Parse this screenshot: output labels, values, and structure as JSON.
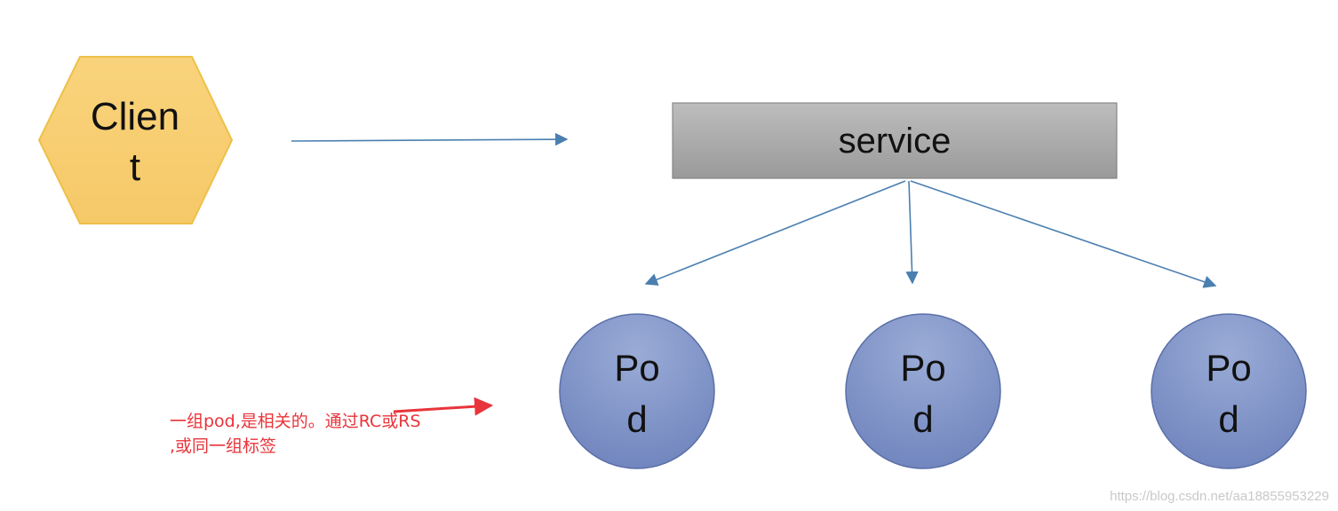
{
  "client": {
    "line1": "Clien",
    "line2": "t"
  },
  "service": {
    "label": "service"
  },
  "pods": [
    {
      "line1": "Po",
      "line2": "d"
    },
    {
      "line1": "Po",
      "line2": "d"
    },
    {
      "line1": "Po",
      "line2": "d"
    }
  ],
  "annotation": {
    "line1": "一组pod,是相关的。通过RC或RS",
    "line2": ",或同一组标签"
  },
  "watermark": "https://blog.csdn.net/aa18855953229",
  "colors": {
    "client_fill": "#f8cf75",
    "client_stroke": "#eec04a",
    "service_fill": "#a9a9a9",
    "pod_fill": "#7f93c8",
    "pod_stroke": "#5a6fa8",
    "arrow_blue": "#4a7fb0",
    "annotation_red": "#e8343a"
  }
}
